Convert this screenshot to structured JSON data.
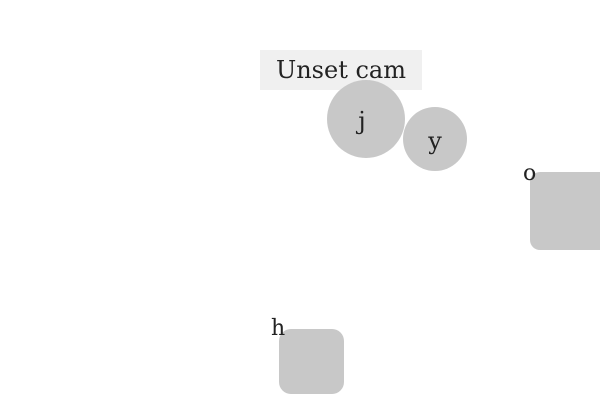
{
  "camera_button": {
    "label": "Unset cam"
  },
  "objects": [
    {
      "id": "j",
      "shape": "circle",
      "label": "j",
      "label_position": "inside"
    },
    {
      "id": "y",
      "shape": "circle",
      "label": "y",
      "label_position": "inside"
    },
    {
      "id": "o",
      "shape": "rounded-square",
      "label": "o",
      "label_position": "outside-top-left"
    },
    {
      "id": "h",
      "shape": "rounded-square",
      "label": "h",
      "label_position": "outside-top-left"
    }
  ],
  "colors": {
    "background": "#ffffff",
    "object_fill": "#c8c8c8",
    "button_fill": "#f0f0f0",
    "text": "#222222"
  }
}
